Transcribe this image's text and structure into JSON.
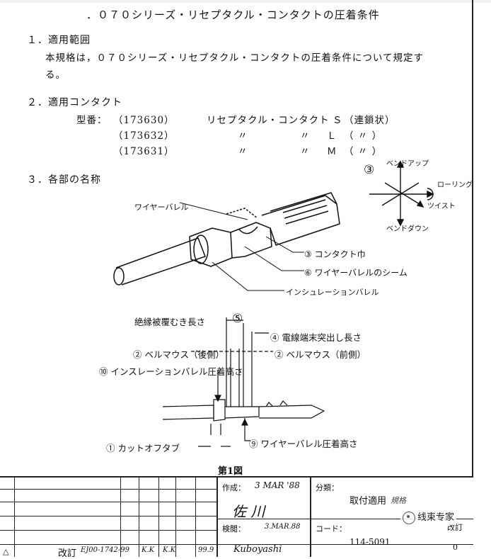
{
  "title": "．０７０シリーズ・リセプタクル・コンタクトの圧着条件",
  "sections": {
    "s1": {
      "heading": "１．適用範囲",
      "line1": "本規格は，０７０シリーズ・リセプタクル・コンタクトの圧着条件について規定す",
      "line2": "る。"
    },
    "s2": {
      "heading": "２．適用コンタクト",
      "rows": [
        {
          "label": "型番：",
          "code": "（173630）",
          "desc": "リセプタクル・コンタクト",
          "size": "Ｓ",
          "note": "（連鎖状）"
        },
        {
          "label": "",
          "code": "（173632）",
          "desc": "〃",
          "desc2": "〃",
          "size": "Ｌ",
          "note": "（ 〃 ）"
        },
        {
          "label": "",
          "code": "（173631）",
          "desc": "〃",
          "desc2": "〃",
          "size": "Ｍ",
          "note": "（ 〃 ）"
        }
      ]
    },
    "s3": {
      "heading": "３．各部の名称"
    }
  },
  "axes": {
    "num": "③",
    "bend_up": "ベンドアップ",
    "rolling": "ローリング",
    "twist": "ツイスト",
    "bend_down": "ベンドダウン"
  },
  "labels": {
    "wire_barrel": "ワイヤーバレル",
    "contact_width": "③ コンタクト巾",
    "wire_barrel_seam": "⑥ ワイヤーバレルのシーム",
    "insulation_barrel": "インシュレーションバレル",
    "strip_length": "絶縁被覆むき長さ",
    "num5": "⑤",
    "wire_protrusion": "④ 電線端末突出し長さ",
    "bellmouth_rear": "② ベルマウス（後側）",
    "bellmouth_front": "② ベルマウス（前側）",
    "insulation_crimp_height": "⑩ インスレーションバレル圧着高さ",
    "cutoff_tab": "① カットオフタブ",
    "wire_crimp_height": "⑨ ワイヤーバレル圧着高さ"
  },
  "figure_caption": "第1図",
  "footer": {
    "created_label": "作成：",
    "created_date": "3 MAR '88",
    "category_label": "分類：",
    "category_value": "取付適用",
    "category_hand": "規格",
    "author_sign": "佐 川",
    "check_label": "検閲：",
    "check_date": "3.MAR.88",
    "code_label": "コード：",
    "revision_label": "改訂",
    "doc_code": "114-5091",
    "revision_number": "0",
    "rev_row_mark": "△",
    "rev_row_text": "改訂",
    "rev_row_ref": "EJ00-1742-99",
    "rev_row_init1": "K.K",
    "rev_row_init2": "K.K",
    "rev_row_date": "99.9",
    "approve_sign": "Kuboyashi"
  },
  "watermark": "线束专家"
}
